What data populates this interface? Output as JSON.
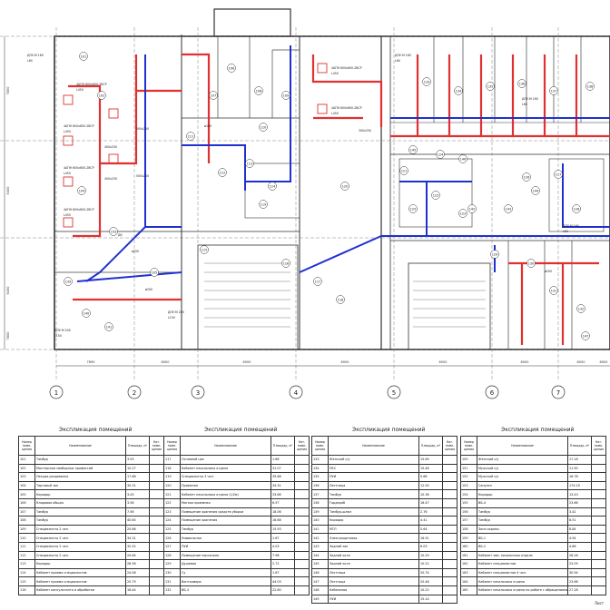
{
  "axes": {
    "columns": [
      "1",
      "2",
      "3",
      "4",
      "5",
      "6",
      "7"
    ],
    "column_spacings": [
      "7890",
      "6000",
      "6000",
      "6000",
      "6000",
      "6000",
      "6000",
      "6000"
    ],
    "row_spacings": [
      "7800",
      "5400",
      "6400",
      "7800"
    ]
  },
  "rooms": {
    "left_wing": [
      "101",
      "102",
      "103",
      "104",
      "105",
      "106",
      "107",
      "108",
      "109",
      "110",
      "111",
      "112",
      "113",
      "114",
      "115",
      "116",
      "117",
      "118",
      "119",
      "120",
      "121",
      "122",
      "123",
      "124",
      "125",
      "126",
      "127",
      "128",
      "129",
      "130",
      "131",
      "132",
      "133",
      "134",
      "135",
      "136",
      "137"
    ],
    "mid": [
      "138",
      "139",
      "140",
      "141",
      "142",
      "143",
      "144",
      "145",
      "146",
      "147",
      "148",
      "149",
      "150",
      "151",
      "152",
      "153",
      "154",
      "155",
      "156",
      "157",
      "158",
      "159",
      "160"
    ]
  },
  "plan_labels": {
    "diffuser": "4АПН 600х600-2ВСР",
    "diffuser_flow": "L450",
    "grille": "ДПУ-М 160",
    "grille_flow": "L60",
    "duct_1": "400х250",
    "duct_2": "500х250",
    "duct_3": "ø160",
    "duct_4": "300х250",
    "duct_5": "ø200",
    "valve": "ДК",
    "valve_size": "ø250",
    "grille_2": "ДПУ-М 200",
    "grille_2_flow": "L150"
  },
  "tables": [
    {
      "title": "Экспликация помещений",
      "headers": [
        "Номер поме-щения",
        "Наименование",
        "Площадь, м²",
        "Кат. поме-щения"
      ],
      "rows": [
        [
          "101",
          "Тамбур",
          "3.93",
          ""
        ],
        [
          "102",
          "Мастерская свободных профессий",
          "10.27",
          ""
        ],
        [
          "103",
          "Лекция-раздевалка",
          "17.66",
          ""
        ],
        [
          "104",
          "Торговый зал",
          "35.31",
          ""
        ],
        [
          "105",
          "Коридор",
          "3.43",
          ""
        ],
        [
          "106",
          "Кладовая общая",
          "3.56",
          ""
        ],
        [
          "107",
          "Тамбур",
          "7.56",
          ""
        ],
        [
          "108",
          "Тамбур",
          "40.60",
          ""
        ],
        [
          "109",
          "Специалисты 2 чел.",
          "20.86",
          ""
        ],
        [
          "110",
          "Специалисты 2 чел.",
          "34.31",
          ""
        ],
        [
          "111",
          "Специалисты 2 чел.",
          "32.52",
          ""
        ],
        [
          "112",
          "Специалисты 2 чел.",
          "20.64",
          ""
        ],
        [
          "113",
          "Коридор",
          "28.56",
          ""
        ],
        [
          "114",
          "Кабинет приема специалистов",
          "24.06",
          ""
        ],
        [
          "115",
          "Кабинет приема специалистов",
          "20.79",
          ""
        ],
        [
          "116",
          "Кабинет консультанта и обработки",
          "16.44",
          ""
        ]
      ]
    },
    {
      "title": "Экспликация помещений",
      "headers": [
        "Номер поме-щения",
        "Наименование",
        "Площадь, м²",
        "Кат. поме-щения"
      ],
      "rows": [
        [
          "117",
          "Основной цех",
          "1.66",
          ""
        ],
        [
          "118",
          "Кабинет начальника отдела",
          "31.07",
          ""
        ],
        [
          "119",
          "Специалисты 3 чел.",
          "39.88",
          ""
        ],
        [
          "120",
          "Приемная",
          "34.31",
          ""
        ],
        [
          "121",
          "Кабинет начальника отдела (1/2м)",
          "33.66",
          ""
        ],
        [
          "122",
          "Мягкая приемная",
          "6.57",
          ""
        ],
        [
          "123",
          "Помещение хранения средств уборки",
          "18.06",
          ""
        ],
        [
          "124",
          "Помещение хранения",
          "18.68",
          ""
        ],
        [
          "125",
          "Тамбур",
          "15.93",
          ""
        ],
        [
          "126",
          "Умывальная",
          "1.67",
          ""
        ],
        [
          "127",
          "ПУИ",
          "4.03",
          ""
        ],
        [
          "128",
          "Помещение персонала",
          "7.98",
          ""
        ],
        [
          "129",
          "Душевая",
          "2.72",
          ""
        ],
        [
          "130",
          "Су",
          "1.67",
          ""
        ],
        [
          "131",
          "Венткамера",
          "44.03",
          ""
        ],
        [
          "132",
          "ВБ-3",
          "22.60",
          ""
        ]
      ]
    },
    {
      "title": "Экспликация помещений",
      "headers": [
        "Номер поме-щения",
        "Наименование",
        "Площадь, м²",
        "Кат. поме-щения"
      ],
      "rows": [
        [
          "133",
          "Женский с/у",
          "15.69",
          ""
        ],
        [
          "134",
          "ПЕС",
          "15.46",
          ""
        ],
        [
          "135",
          "ПУИ",
          "5.66",
          ""
        ],
        [
          "136",
          "Лестница",
          "12.50",
          ""
        ],
        [
          "137",
          "Тамбур",
          "10.36",
          ""
        ],
        [
          "138",
          "Гардероб",
          "16.47",
          ""
        ],
        [
          "139",
          "Тамбур-шлюз",
          "2.76",
          ""
        ],
        [
          "140",
          "Коридор",
          "4.41",
          ""
        ],
        [
          "141",
          "МТЛ",
          "5.64",
          ""
        ],
        [
          "142",
          "Электрощитовая",
          "16.51",
          ""
        ],
        [
          "143",
          "Задний зал",
          "6.03",
          ""
        ],
        [
          "144",
          "Задний холл",
          "10.29",
          ""
        ],
        [
          "145",
          "Задний холл",
          "10.22",
          ""
        ],
        [
          "146",
          "Лестница",
          "20.74",
          ""
        ],
        [
          "147",
          "Лестница",
          "20.46",
          ""
        ],
        [
          "148",
          "Кабельная",
          "10.22",
          ""
        ],
        [
          "149",
          "ПУИ",
          "15.14",
          ""
        ]
      ]
    },
    {
      "title": "Экспликация помещений",
      "headers": [
        "Номер поме-щения",
        "Наименование",
        "Площадь, м²",
        "Кат. поме-щения"
      ],
      "rows": [
        [
          "150",
          "Женский с/у",
          "17.18",
          ""
        ],
        [
          "151",
          "Мужской с/у",
          "11.90",
          ""
        ],
        [
          "152",
          "Мужской с/у",
          "16.78",
          ""
        ],
        [
          "153",
          "Санузел",
          "174.20",
          ""
        ],
        [
          "154",
          "Коридор",
          "13.43",
          ""
        ],
        [
          "155",
          "ВБ-4",
          "23.66",
          ""
        ],
        [
          "156",
          "Тамбур",
          "3.42",
          ""
        ],
        [
          "157",
          "Тамбур",
          "6.51",
          ""
        ],
        [
          "158",
          "Зона охраны",
          "8.84",
          ""
        ],
        [
          "159",
          "ВБ-1",
          "4.94",
          ""
        ],
        [
          "160",
          "ВБ-2",
          "4.86",
          ""
        ],
        [
          "161",
          "Кабинет зам. начальника отдела",
          "26.26",
          ""
        ],
        [
          "162",
          "Кабинет специалистов",
          "23.09",
          ""
        ],
        [
          "163",
          "Кабинет специалистов 4 чел.",
          "30.94",
          ""
        ],
        [
          "164",
          "Кабинет начальника отдела",
          "23.66",
          ""
        ],
        [
          "165",
          "Кабинет начальника отдела по работе с обращениями граждан",
          "27.28",
          ""
        ]
      ]
    }
  ],
  "footer": {
    "note": "Лист"
  }
}
